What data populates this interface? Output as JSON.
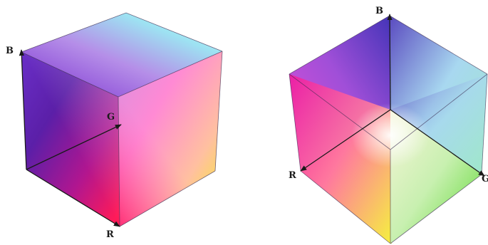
{
  "figures": [
    {
      "id": "left-cube",
      "axes": {
        "b": "B",
        "g": "G",
        "r": "R"
      }
    },
    {
      "id": "right-cube",
      "axes": {
        "b": "B",
        "r": "R",
        "g": "G"
      }
    }
  ],
  "colors": {
    "black": "#1f1d3f",
    "blue": "#3b2bd0",
    "red": "#ff1a55",
    "green": "#48e232",
    "cyan": "#8fe3f0",
    "magenta": "#d81ad8",
    "yellow": "#f2f21c",
    "white": "#ffffff"
  }
}
